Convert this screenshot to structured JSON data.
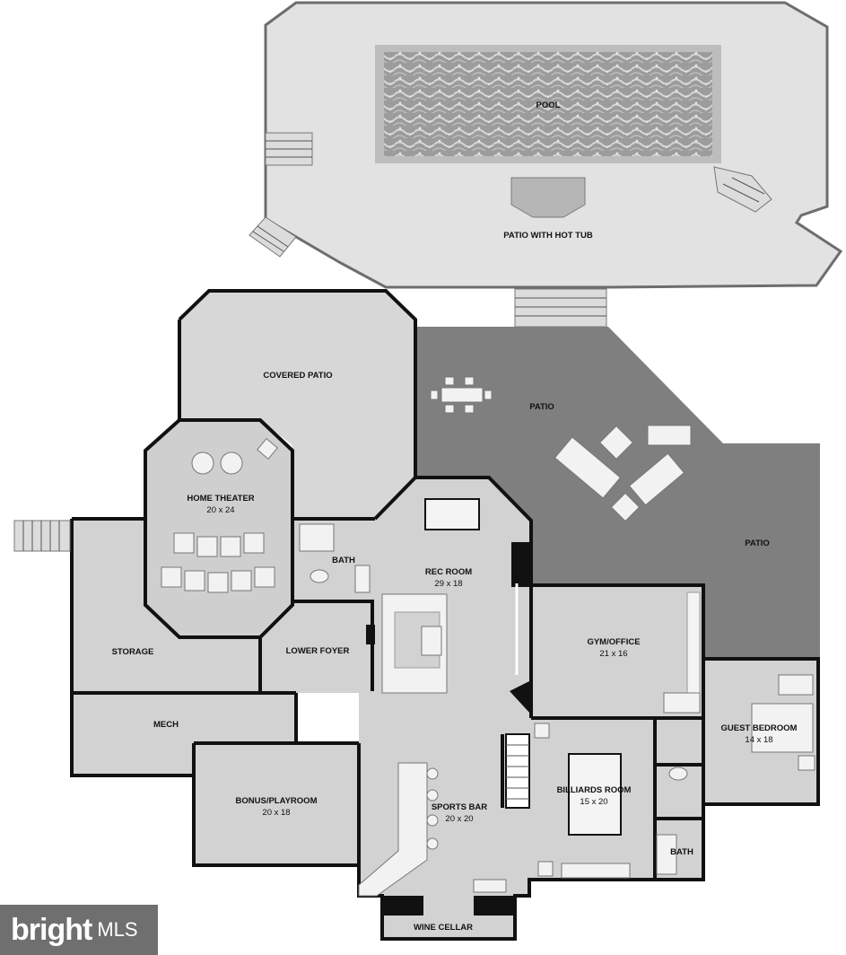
{
  "rooms": {
    "pool": {
      "name": "POOL"
    },
    "patio_hot_tub": {
      "name": "PATIO WITH HOT TUB"
    },
    "covered_patio": {
      "name": "COVERED PATIO"
    },
    "patio_center": {
      "name": "PATIO"
    },
    "patio_east": {
      "name": "PATIO"
    },
    "home_theater": {
      "name": "HOME THEATER",
      "dims": "20 x 24"
    },
    "bath_upper": {
      "name": "BATH"
    },
    "rec_room": {
      "name": "REC ROOM",
      "dims": "29 x 18"
    },
    "storage": {
      "name": "STORAGE"
    },
    "lower_foyer": {
      "name": "LOWER FOYER"
    },
    "gym_office": {
      "name": "GYM/OFFICE",
      "dims": "21 x 16"
    },
    "guest_bedroom": {
      "name": "GUEST BEDROOM",
      "dims": "14 x 18"
    },
    "mech": {
      "name": "MECH"
    },
    "bonus_playroom": {
      "name": "BONUS/PLAYROOM",
      "dims": "20 x 18"
    },
    "sports_bar": {
      "name": "SPORTS BAR",
      "dims": "20 x 20"
    },
    "billiards_room": {
      "name": "BILLIARDS ROOM",
      "dims": "15 x 20"
    },
    "bath_lower": {
      "name": "BATH"
    },
    "wine_cellar": {
      "name": "WINE CELLAR"
    }
  },
  "watermark": {
    "brand": "bright",
    "suffix": "MLS"
  },
  "colors": {
    "interior": "#d2d2d2",
    "patio_dark": "#7d7d7d",
    "patio_light": "#e3e3e3",
    "wall": "#111111",
    "water": "#9a9a9a"
  }
}
